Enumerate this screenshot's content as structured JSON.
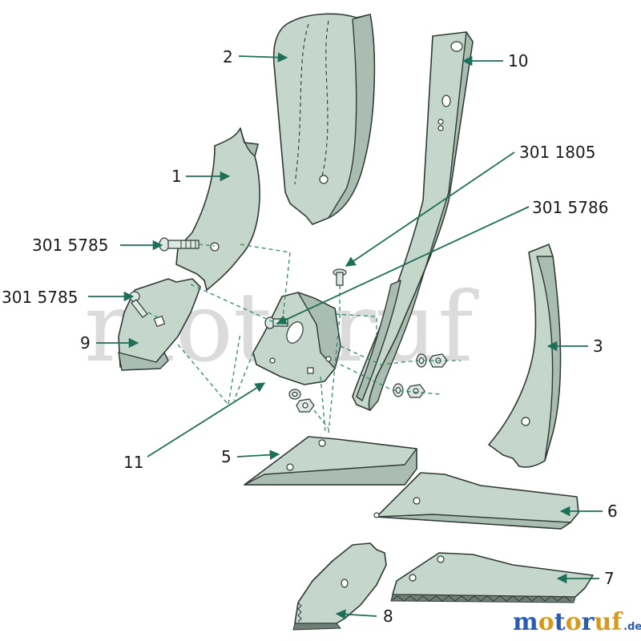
{
  "watermark": {
    "text": "motoruf"
  },
  "logo": {
    "main": "motoruf",
    "suffix": ".de",
    "colors": {
      "m": "#2a5bb5",
      "o": "#d99a1c",
      "t": "#2a5bb5",
      "u": "#d99a1c",
      "r": "#2a5bb5",
      "f": "#d99a1c"
    }
  },
  "callouts": {
    "c1": "1",
    "c2": "2",
    "c3": "3",
    "c5": "5",
    "c6": "6",
    "c7": "7",
    "c8": "8",
    "c9": "9",
    "c10": "10",
    "c11": "11",
    "bolt_upper": "301 5785",
    "bolt_lower": "301 5785",
    "screw_a": "301 1805",
    "screw_b": "301 5786"
  },
  "colors": {
    "part_fill": "#c5d6cd",
    "outline": "#2f3a35",
    "leader": "#1d6f57",
    "dashed_line": "#2f8a6a"
  }
}
